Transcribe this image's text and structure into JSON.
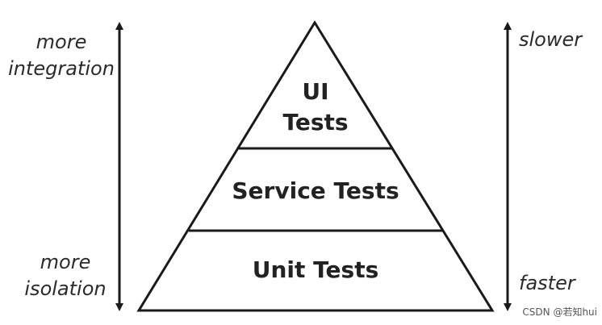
{
  "left_axis": {
    "top_label_lines": [
      "more",
      "integration"
    ],
    "bottom_label_lines": [
      "more",
      "isolation"
    ]
  },
  "right_axis": {
    "top_label": "slower",
    "bottom_label": "faster"
  },
  "pyramid": {
    "top_tier_lines": [
      "UI",
      "Tests"
    ],
    "middle_tier": "Service Tests",
    "bottom_tier": "Unit Tests"
  },
  "watermark": "CSDN @若知hui",
  "colors": {
    "stroke": "#1a1a1a",
    "text": "#222222",
    "background": "#ffffff"
  }
}
